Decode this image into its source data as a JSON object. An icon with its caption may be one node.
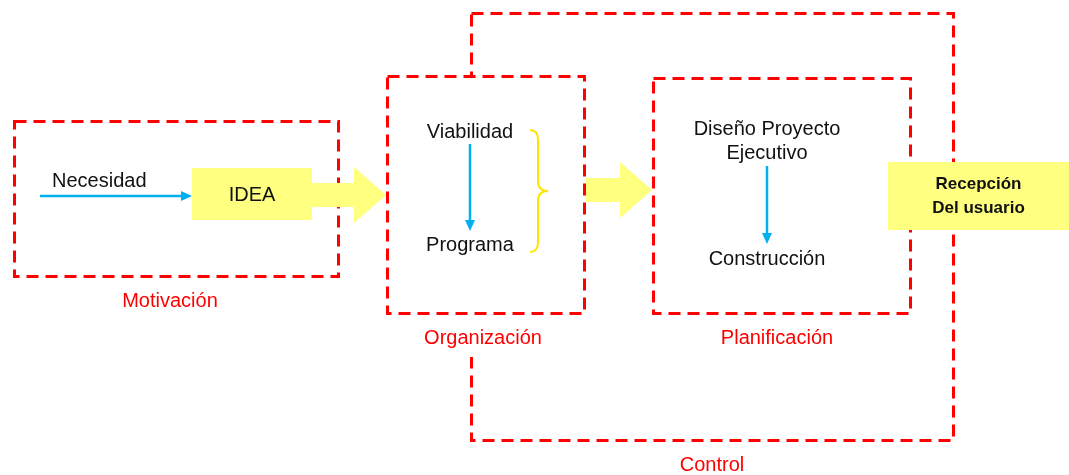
{
  "diagram": {
    "nodes": [
      {
        "text": [
          "Motivación"
        ]
      },
      {
        "text": [
          "IDEA"
        ],
        "in": 0
      },
      {
        "text": [
          "Organización"
        ]
      },
      {
        "text": [
          "Viabilidad"
        ],
        "in": 2
      },
      {
        "text": [
          "Programa"
        ],
        "in": 2
      },
      {
        "text": [
          "Control"
        ]
      },
      {
        "text": [
          "Planificación"
        ],
        "in": 5
      },
      {
        "text": [
          "Diseño Proyecto Ejecutivo"
        ],
        "in": 6
      },
      {
        "text": [
          "Construcción"
        ],
        "in": 6
      },
      {
        "text": [
          "Recepción Del usuario"
        ]
      }
    ],
    "edges": [
      {
        "from": null,
        "to": 1,
        "arrow": "to",
        "label": "Necesidad"
      },
      {
        "from": 1,
        "to": 2,
        "arrow": "to",
        "style": "thick",
        "color": "#ffff80"
      },
      {
        "from": 3,
        "to": 4,
        "arrow": "to"
      },
      {
        "from": 2,
        "to": 6,
        "arrow": "to",
        "style": "thick",
        "color": "#ffff80"
      },
      {
        "from": 7,
        "to": 8,
        "arrow": "to"
      }
    ]
  }
}
